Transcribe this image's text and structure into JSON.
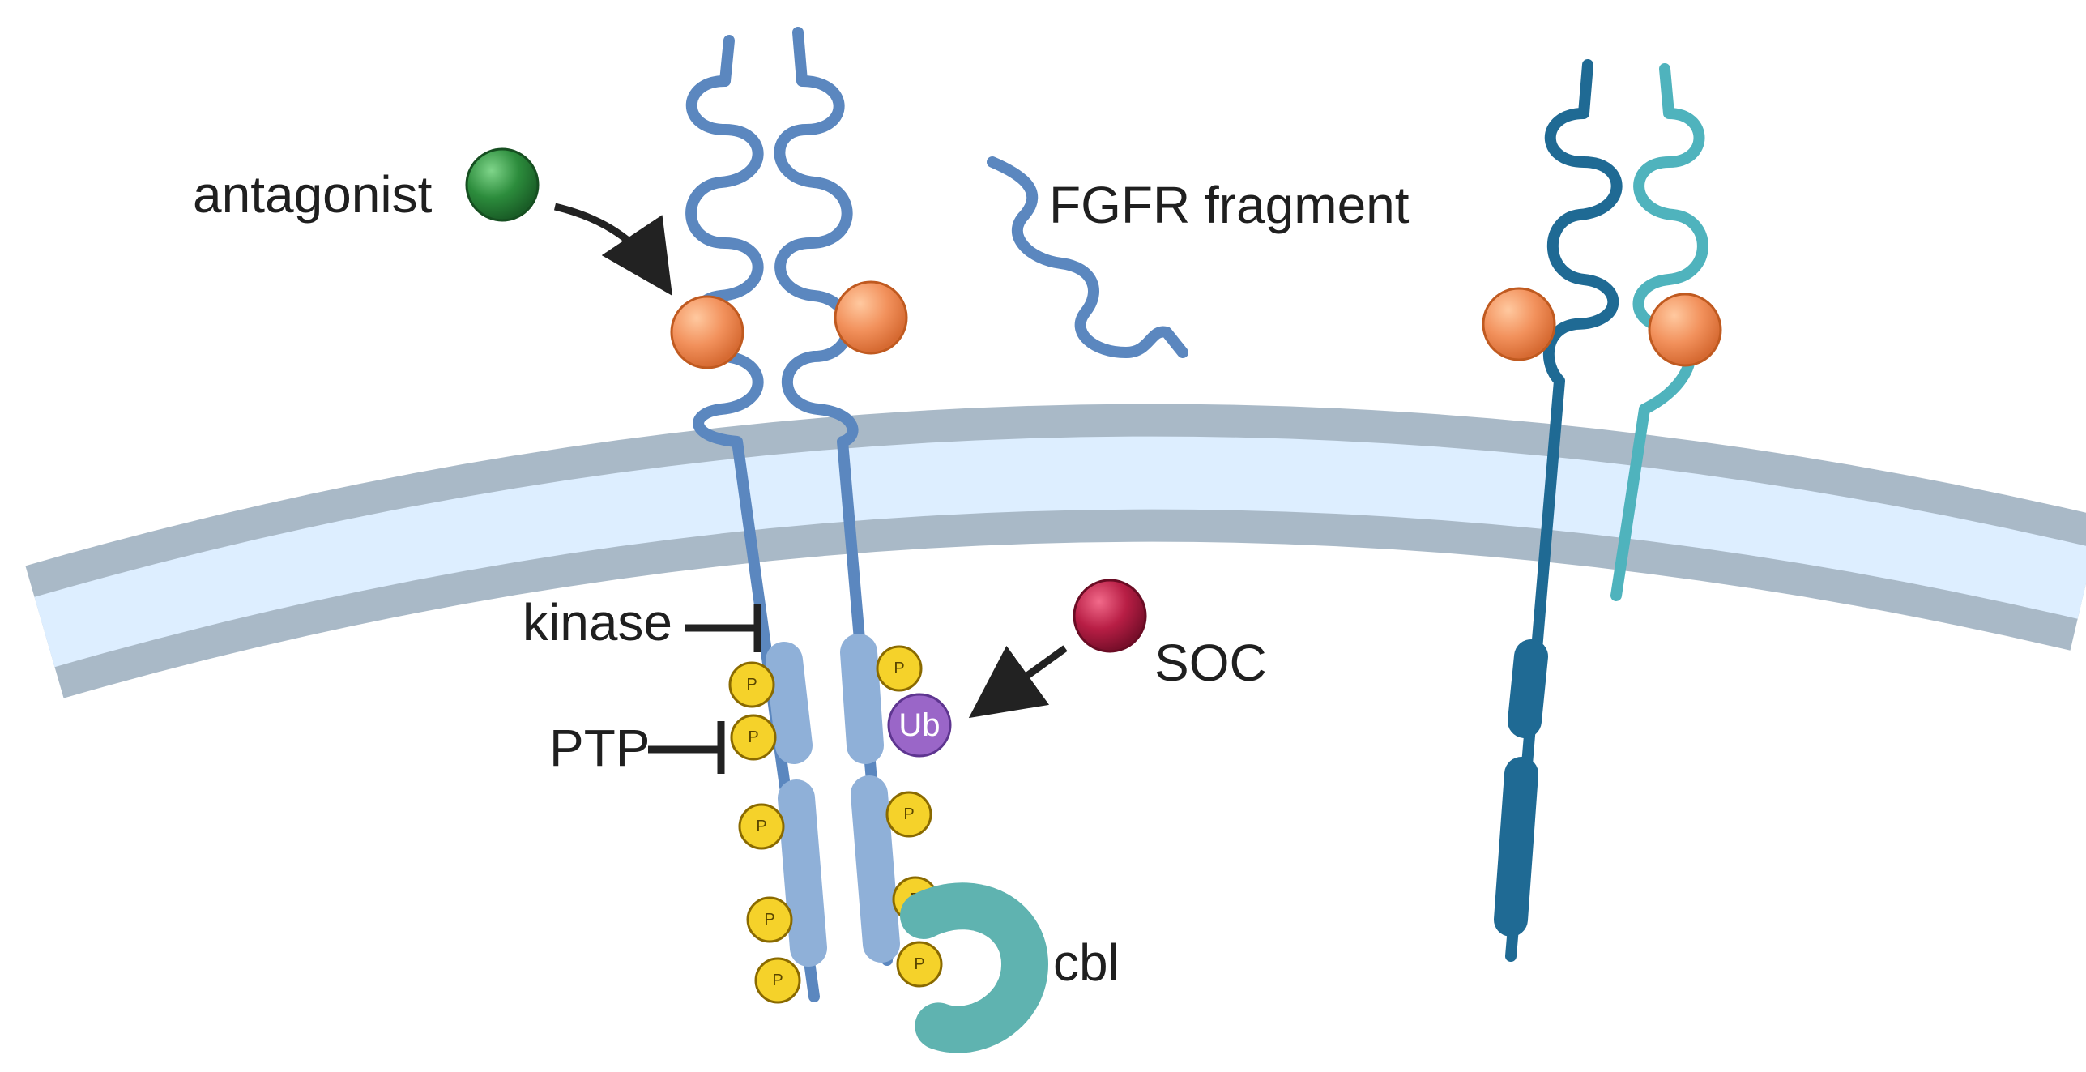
{
  "labels": {
    "antagonist": "antagonist",
    "fgfr_fragment": "FGFR fragment",
    "kinase": "kinase",
    "ptp": "PTP",
    "soc": "SOC",
    "cbl": "cbl",
    "ub": "Ub",
    "p": "P"
  },
  "colors": {
    "receptor_blue": "#5b87bf",
    "kinase_domain": "#8fb0d8",
    "dark_teal_receptor": "#1f6a94",
    "light_teal_receptor": "#4fb3bd",
    "membrane_outer": "#a9b9c7",
    "membrane_inner": "#ddeeff",
    "ligand_orange": "#f09060",
    "antagonist_green": "#2a8a3a",
    "soc_red": "#b81e45",
    "ub_purple": "#9a66c8",
    "phospho_yellow": "#f5d22a",
    "cbl_teal": "#5fb3b0",
    "arrow": "#222222"
  }
}
